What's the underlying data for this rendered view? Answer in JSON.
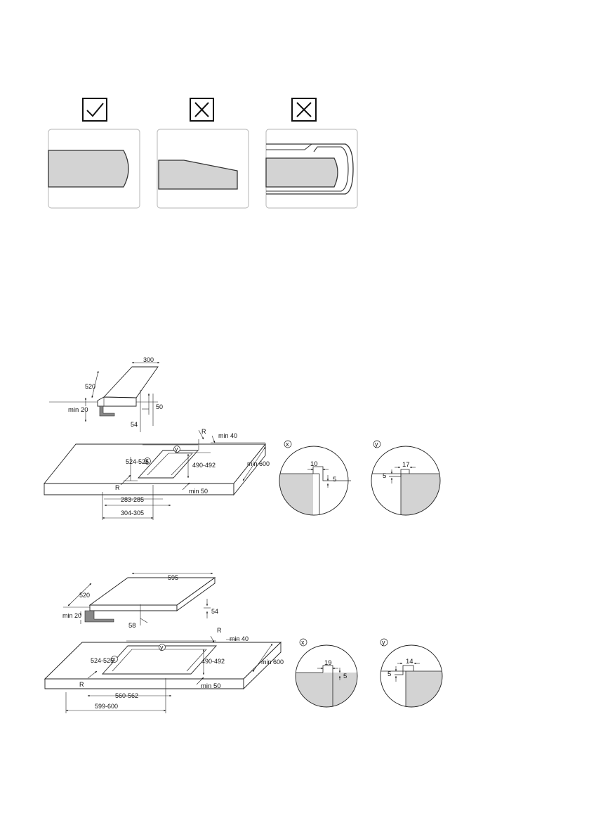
{
  "edge_examples": [
    {
      "marker_icon": "check-mark-icon",
      "status": "correct"
    },
    {
      "marker_icon": "cross-mark-icon",
      "status": "incorrect"
    },
    {
      "marker_icon": "cross-mark-icon",
      "status": "incorrect"
    }
  ],
  "diagram1": {
    "hob_width": "300",
    "hob_depth": "520",
    "min_frame": "min 20",
    "hob_thickness": "50",
    "install_depth": "54",
    "cut_depth": "524-525",
    "cut_width_inner": "283-285",
    "cut_width_outer": "304-305",
    "cut_side": "490-492",
    "min_back": "min 40",
    "min_front": "min 50",
    "min_worktop": "min 600",
    "radius": "R",
    "detail_x": {
      "label": "x",
      "w": "10",
      "h": "5"
    },
    "detail_y": {
      "label": "y",
      "w": "17",
      "h": "5"
    }
  },
  "diagram2": {
    "hob_width": "595",
    "hob_depth": "520",
    "min_frame": "min 20",
    "hob_thickness": "54",
    "install_depth": "58",
    "cut_depth": "524-525",
    "cut_width_inner": "560-562",
    "cut_width_outer": "599-600",
    "cut_side": "490-492",
    "min_back": "min 40",
    "min_front": "min 50",
    "min_worktop": "min 600",
    "radius": "R",
    "detail_x": {
      "label": "x",
      "w": "19",
      "h": "5"
    },
    "detail_y": {
      "label": "y",
      "w": "14",
      "h": "5"
    }
  }
}
